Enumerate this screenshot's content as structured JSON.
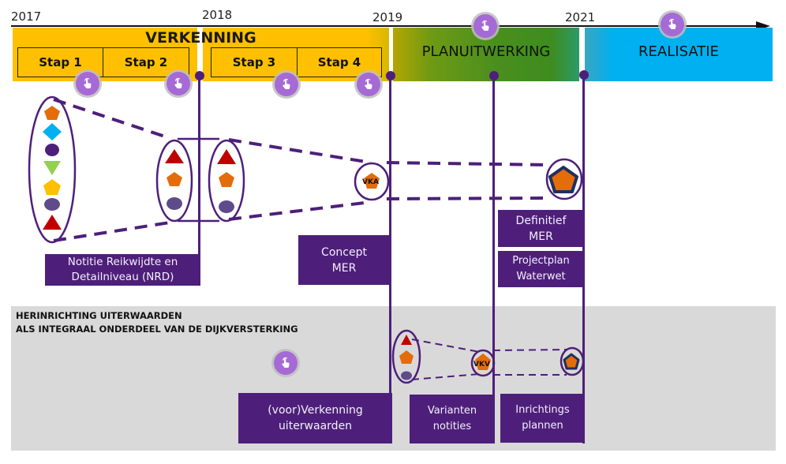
{
  "timeline": {
    "years": [
      "2017",
      "2018",
      "2019",
      "2021"
    ],
    "phases": [
      {
        "name": "VERKENNING",
        "color": "#fec000"
      },
      {
        "name": "PLANUITWERKING",
        "color": "#4a8f1e"
      },
      {
        "name": "REALISATIE",
        "color": "#00b0f0"
      }
    ],
    "steps": [
      "Stap 1",
      "Stap 2",
      "Stap 3",
      "Stap 4"
    ]
  },
  "markers": {
    "vka": "VKA",
    "vkv": "VKV"
  },
  "documents": {
    "nrd": {
      "line1": "Notitie Reikwijdte en",
      "line2": "Detailniveau (NRD)"
    },
    "concept_mer": {
      "line1": "Concept",
      "line2": "MER"
    },
    "definitief_mer": {
      "line1": "Definitief",
      "line2": "MER"
    },
    "projectplan": {
      "line1": "Projectplan",
      "line2": "Waterwet"
    },
    "voorverkenning": {
      "line1": "(voor)Verkenning",
      "line2": "uiterwaarden"
    },
    "varianten": {
      "line1": "Varianten",
      "line2": "notities"
    },
    "inrichtings": {
      "line1": "Inrichtings",
      "line2": "plannen"
    }
  },
  "band": {
    "title_line1": "HERINRICHTING UITERWAARDEN",
    "title_line2": "ALS INTEGRAAL ONDERDEEL VAN DE DIJKVERSTERKING"
  },
  "colors": {
    "accent_purple": "#4e1f7a",
    "tap_button": "#a66ad6",
    "orange": "#e46c0a",
    "blue": "#00b0f0",
    "red": "#c00000",
    "green": "#92d050",
    "yellow": "#ffc000",
    "grey_purple": "#5f4b8b",
    "navy": "#1f2f5f"
  }
}
